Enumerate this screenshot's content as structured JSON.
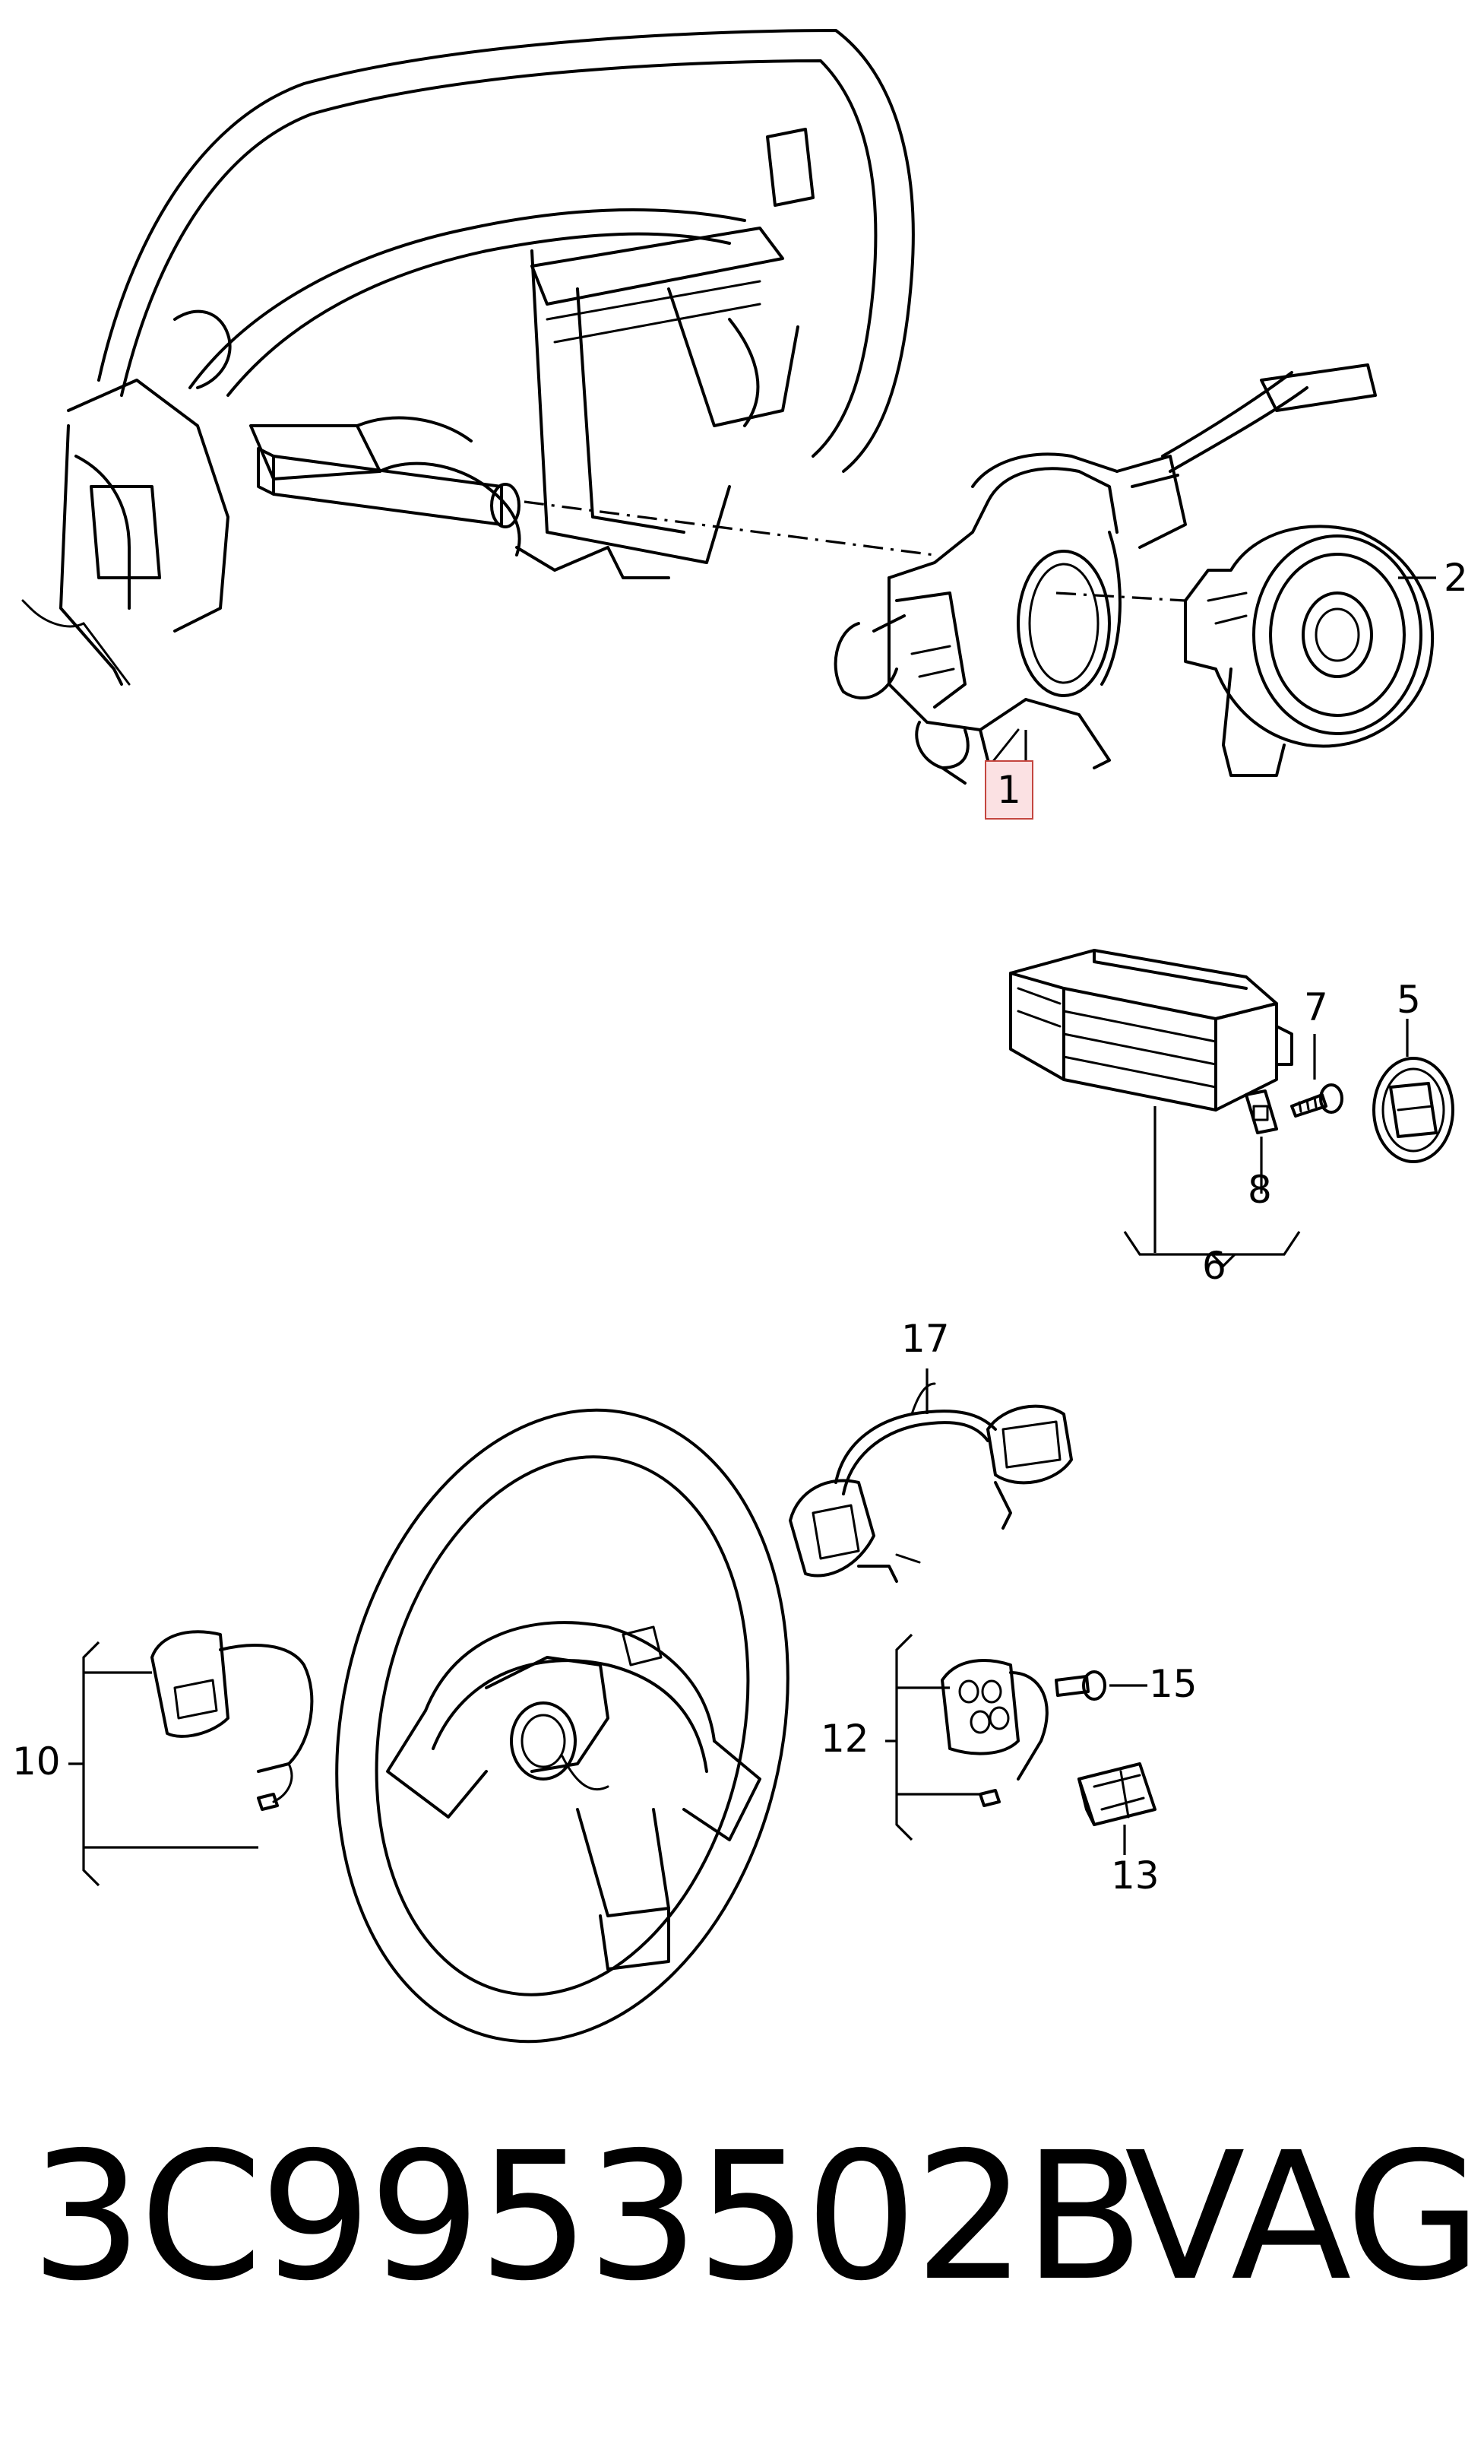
{
  "callouts": {
    "c1": "1",
    "c2": "2",
    "c5": "5",
    "c6": "6",
    "c7": "7",
    "c8": "8",
    "c10": "10",
    "c12": "12",
    "c13": "13",
    "c15": "15",
    "c17": "17"
  },
  "caption": {
    "part_number": "3C9953502B",
    "brand": "VAG"
  },
  "colors": {
    "highlight_fill": "#fbe1e3",
    "highlight_border": "#c4463f",
    "line": "#000000"
  }
}
